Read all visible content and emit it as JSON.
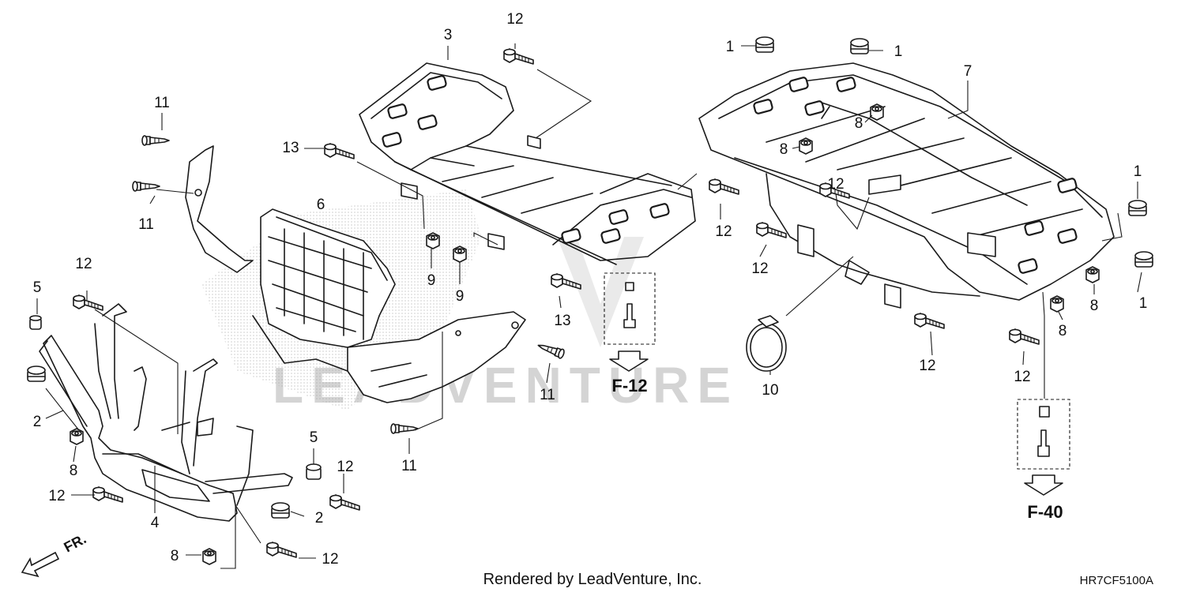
{
  "watermark": "LEADVENTURE",
  "footer": {
    "credit": "Rendered by LeadVenture, Inc.",
    "diagram_code": "HR7CF5100A"
  },
  "orientation_label": "FR.",
  "references": [
    {
      "id": "ref-f12",
      "text": "F-12"
    },
    {
      "id": "ref-f40",
      "text": "F-40"
    }
  ],
  "callouts": [
    {
      "id": "c1",
      "text": "3"
    },
    {
      "id": "c2",
      "text": "12"
    },
    {
      "id": "c3",
      "text": "11"
    },
    {
      "id": "c4",
      "text": "13"
    },
    {
      "id": "c5",
      "text": "11"
    },
    {
      "id": "c6",
      "text": "6"
    },
    {
      "id": "c7",
      "text": "12"
    },
    {
      "id": "c8",
      "text": "5"
    },
    {
      "id": "c9",
      "text": "2"
    },
    {
      "id": "c10",
      "text": "8"
    },
    {
      "id": "c11",
      "text": "12"
    },
    {
      "id": "c12",
      "text": "4"
    },
    {
      "id": "c13",
      "text": "8"
    },
    {
      "id": "c14",
      "text": "12"
    },
    {
      "id": "c15",
      "text": "5"
    },
    {
      "id": "c16",
      "text": "12"
    },
    {
      "id": "c17",
      "text": "2"
    },
    {
      "id": "c18",
      "text": "11"
    },
    {
      "id": "c19",
      "text": "9"
    },
    {
      "id": "c20",
      "text": "9"
    },
    {
      "id": "c21",
      "text": "13"
    },
    {
      "id": "c22",
      "text": "11"
    },
    {
      "id": "c23",
      "text": "12"
    },
    {
      "id": "c24",
      "text": "1"
    },
    {
      "id": "c25",
      "text": "1"
    },
    {
      "id": "c26",
      "text": "7"
    },
    {
      "id": "c27",
      "text": "8"
    },
    {
      "id": "c28",
      "text": "8"
    },
    {
      "id": "c29",
      "text": "12"
    },
    {
      "id": "c30",
      "text": "12"
    },
    {
      "id": "c31",
      "text": "10"
    },
    {
      "id": "c32",
      "text": "12"
    },
    {
      "id": "c33",
      "text": "12"
    },
    {
      "id": "c34",
      "text": "1"
    },
    {
      "id": "c35",
      "text": "1"
    },
    {
      "id": "c36",
      "text": "8"
    },
    {
      "id": "c37",
      "text": "8"
    }
  ]
}
